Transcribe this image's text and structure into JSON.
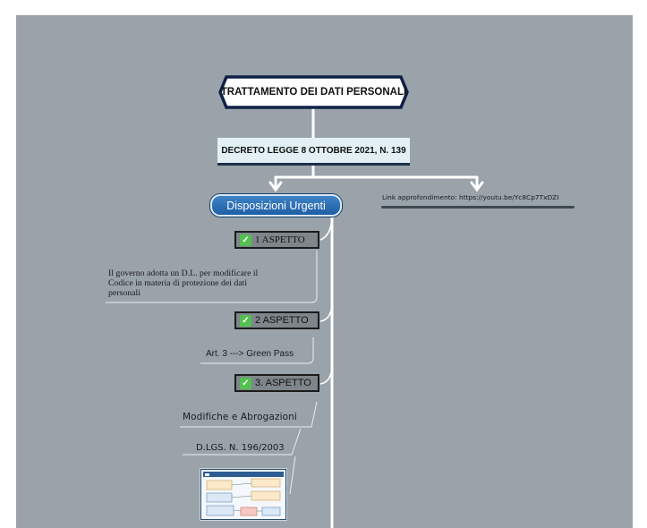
{
  "colors": {
    "canvas": "#9aa3aa",
    "connector": "#ffffff",
    "title_border": "#0f2146",
    "pill": "#2a6db4",
    "check": "#53c04f"
  },
  "root": {
    "title": "TRATTAMENTO DEI DATI PERSONALI"
  },
  "decree": {
    "title": "DECRETO LEGGE 8 OTTOBRE 2021, N. 139"
  },
  "branch_main": {
    "label": "Disposizioni Urgenti"
  },
  "branch_link": {
    "label": "Link approfondimento: https://youtu.be/Yc8Cp7TxDZI"
  },
  "aspects": [
    {
      "check_icon": "check-icon",
      "label": "1 ASPETTO",
      "note_lines": [
        "Il governo adotta un D.L. per modificare il",
        "Codice in materia di protezione dei dati",
        "personali"
      ]
    },
    {
      "check_icon": "check-icon",
      "label": "2 ASPETTO",
      "note_lines": [
        "Art. 3 ---> Green Pass"
      ]
    },
    {
      "check_icon": "check-icon",
      "label": "3. ASPETTO",
      "note_lines": [
        "Modifiche e Abrogazioni"
      ],
      "sub_note": "D.LGS. N. 196/2003",
      "image_icon": "diagram-thumbnail-icon"
    }
  ]
}
